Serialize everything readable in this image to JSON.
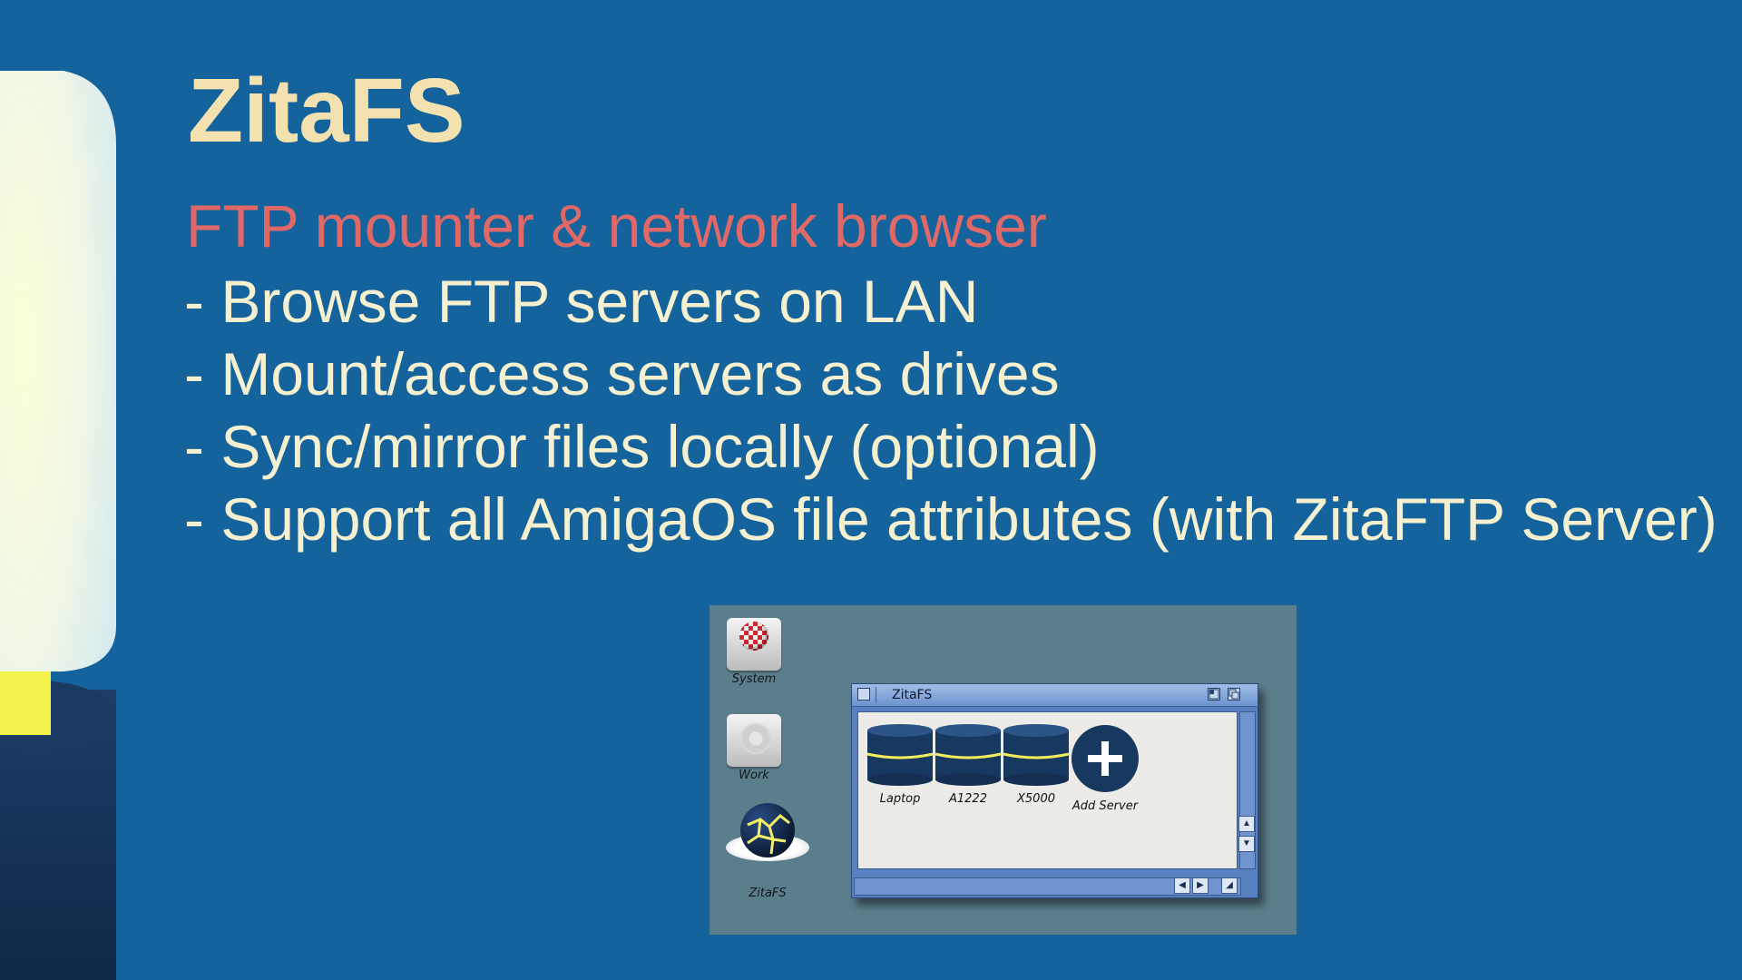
{
  "slide": {
    "title": "ZitaFS",
    "subtitle": "FTP mounter & network browser",
    "bullets": [
      "- Browse FTP servers on LAN",
      "- Mount/access servers as drives",
      "- Sync/mirror files locally (optional)",
      "- Support all AmigaOS file attributes (with ZitaFTP Server)"
    ]
  },
  "screenshot": {
    "desktop_icons": [
      {
        "label": "System",
        "icon": "system-drive-icon"
      },
      {
        "label": "Work",
        "icon": "work-drive-icon"
      },
      {
        "label": "ZitaFS",
        "icon": "zitafs-globe-icon"
      }
    ],
    "window": {
      "title": "ZitaFS",
      "servers": [
        {
          "label": "Laptop",
          "icon": "server-drive-icon"
        },
        {
          "label": "A1222",
          "icon": "server-drive-icon"
        },
        {
          "label": "X5000",
          "icon": "server-drive-icon"
        },
        {
          "label": "Add Server",
          "icon": "plus-icon"
        }
      ]
    }
  },
  "colors": {
    "background": "#14639c",
    "title": "#f3e2b0",
    "subtitle": "#e06866",
    "bullets": "#f5f0cf",
    "accent_glow": "#f2f06a"
  }
}
